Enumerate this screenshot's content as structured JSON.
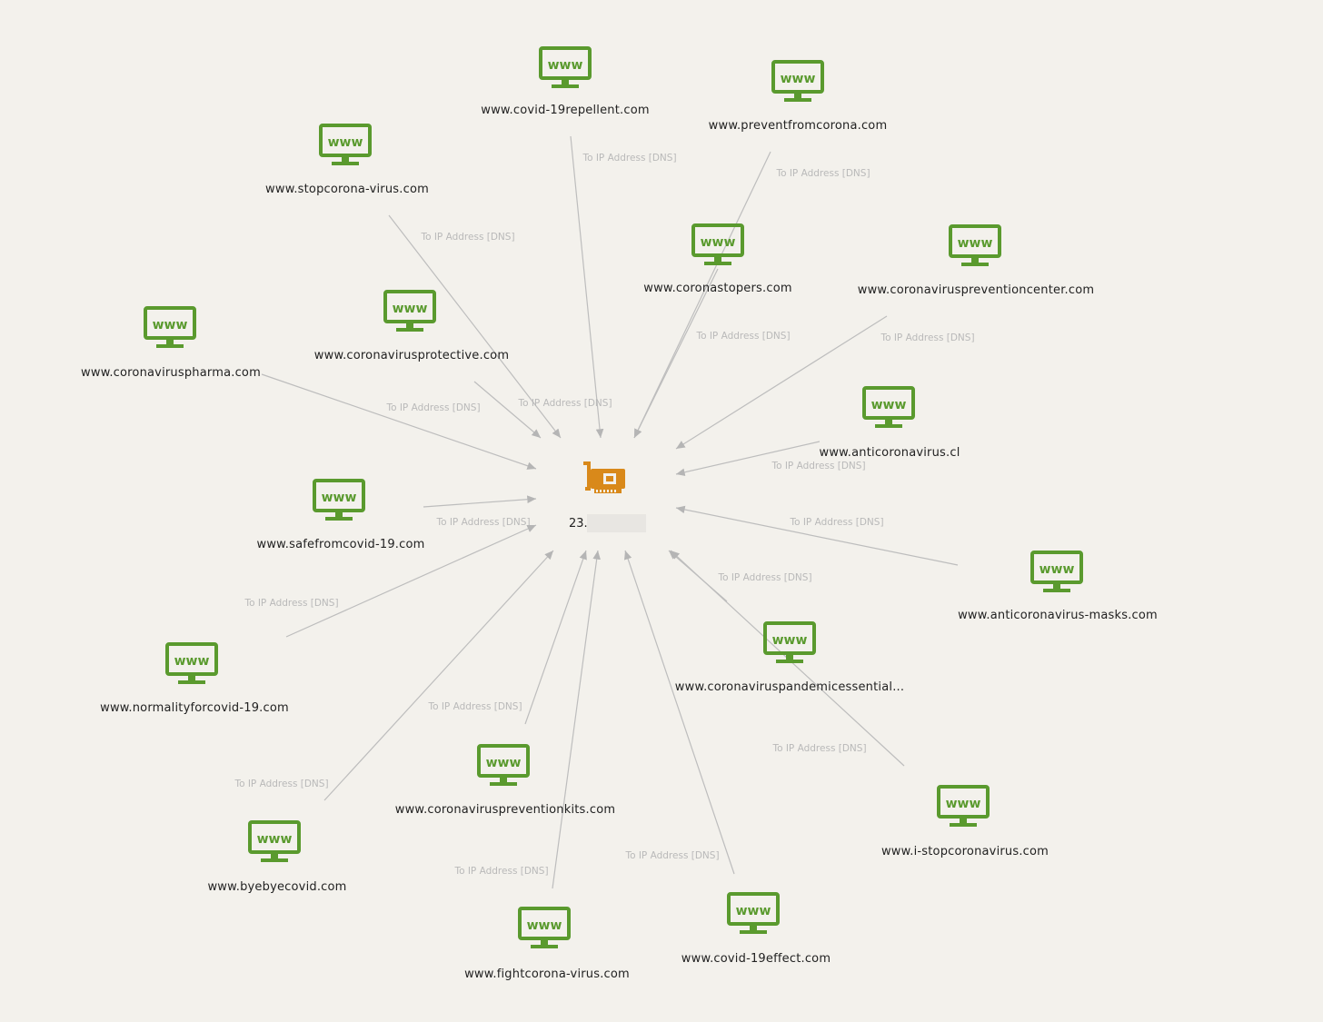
{
  "hub": {
    "label": "23.",
    "icon": "network-card-icon",
    "color": "#d9891a"
  },
  "colors": {
    "node": "#5a9a2e",
    "edge": "#bdbdbd"
  },
  "node_icon": "www-monitor-icon",
  "icon_text": "www",
  "edge_label": "To IP Address [DNS]",
  "nodes": [
    {
      "id": "covid-19repellent",
      "label": "www.covid-19repellent.com"
    },
    {
      "id": "preventfromcorona",
      "label": "www.preventfromcorona.com"
    },
    {
      "id": "stopcorona-virus",
      "label": "www.stopcorona-virus.com"
    },
    {
      "id": "coronastopers",
      "label": "www.coronastopers.com"
    },
    {
      "id": "coronaviruspreventioncenter",
      "label": "www.coronaviruspreventioncenter.com"
    },
    {
      "id": "coronaviruspharma",
      "label": "www.coronaviruspharma.com"
    },
    {
      "id": "coronavirusprotective",
      "label": "www.coronavirusprotective.com"
    },
    {
      "id": "anticoronavirus-cl",
      "label": "www.anticoronavirus.cl"
    },
    {
      "id": "safefromcovid-19",
      "label": "www.safefromcovid-19.com"
    },
    {
      "id": "anticoronavirus-masks",
      "label": "www.anticoronavirus-masks.com"
    },
    {
      "id": "coronaviruspandemicessential",
      "label": "www.coronaviruspandemicessential..."
    },
    {
      "id": "normalityforcovid-19",
      "label": "www.normalityforcovid-19.com"
    },
    {
      "id": "coronaviruspreventionkits",
      "label": "www.coronaviruspreventionkits.com"
    },
    {
      "id": "i-stopcoronavirus",
      "label": "www.i-stopcoronavirus.com"
    },
    {
      "id": "byebyecovid",
      "label": "www.byebyecovid.com"
    },
    {
      "id": "covid-19effect",
      "label": "www.covid-19effect.com"
    },
    {
      "id": "fightcorona-virus",
      "label": "www.fightcorona-virus.com"
    }
  ]
}
